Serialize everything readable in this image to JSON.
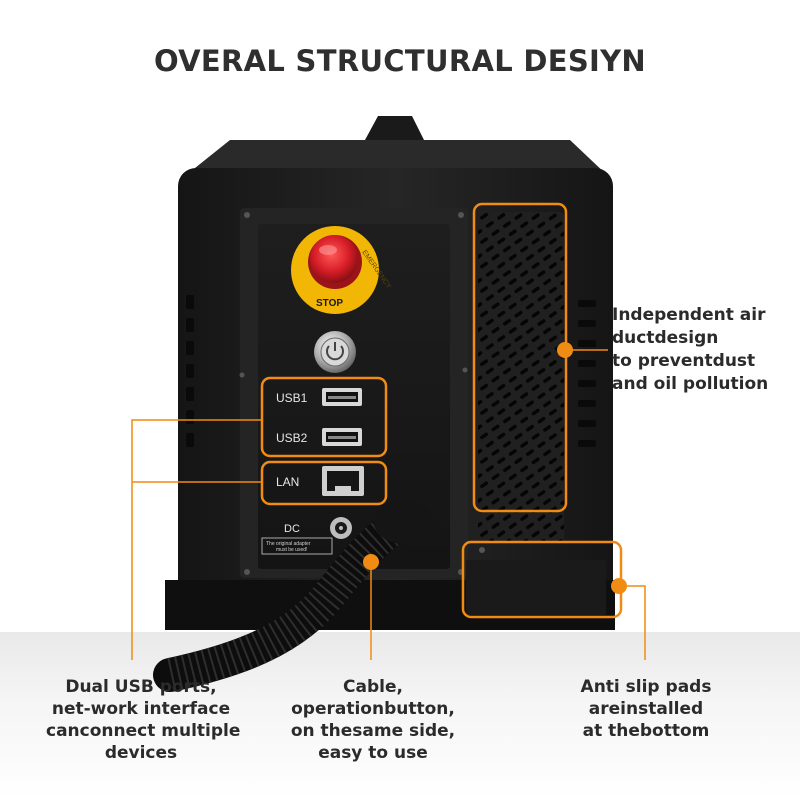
{
  "title": "OVERAL STRUCTURAL DESIYN",
  "colors": {
    "accent": "#f08c14",
    "body": "#1c1c1c",
    "estop": "#e1232d",
    "estop_ring": "#f2b705"
  },
  "panel": {
    "estop_text_top": "EMERGENCY",
    "estop_text_bottom": "STOP",
    "usb1": "USB1",
    "usb2": "USB2",
    "lan": "LAN",
    "dc": "DC",
    "adapter_note_line1": "The original adapter",
    "adapter_note_line2": "must be used!"
  },
  "callouts": {
    "air_duct": [
      "Independent air",
      "ductdesign",
      "to preventdust",
      "and oil pollution"
    ],
    "ports": [
      "Dual USB ports,",
      "net-work interface",
      "canconnect multiple",
      "devices"
    ],
    "cable": [
      "Cable,",
      "operationbutton,",
      "on thesame side,",
      "easy to use"
    ],
    "pads": [
      "Anti slip pads",
      "areinstalled",
      "at thebottom"
    ]
  },
  "icons": [
    "power-button-icon",
    "usb-port-icon",
    "lan-port-icon",
    "dc-jack-icon"
  ]
}
